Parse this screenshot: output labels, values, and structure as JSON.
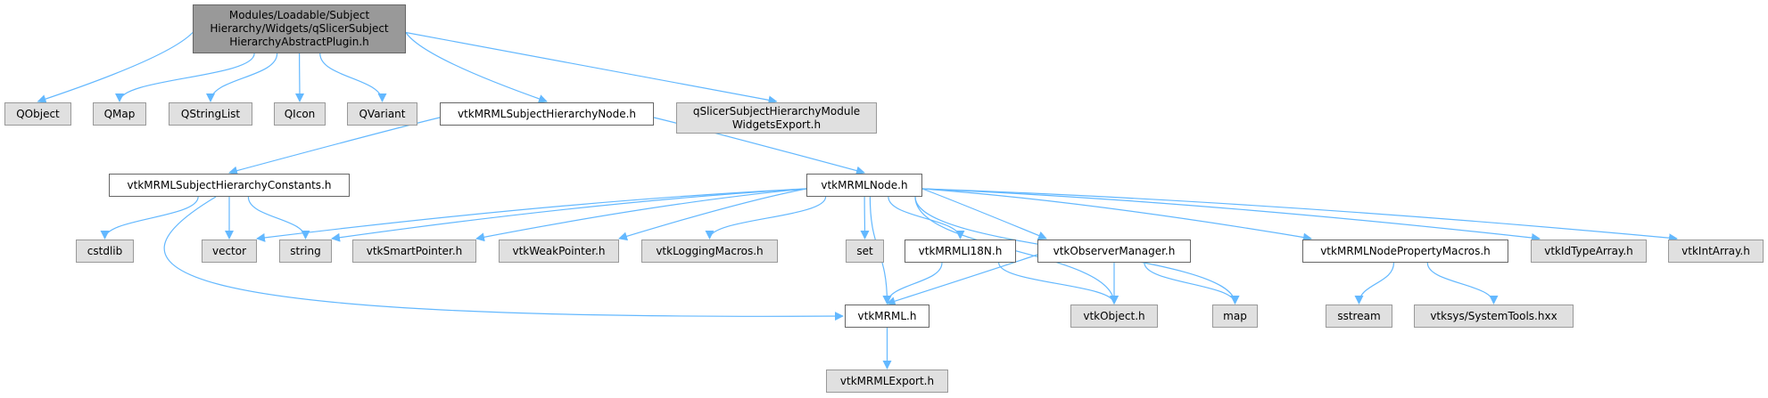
{
  "graph": {
    "type": "include-dependency-graph",
    "edge_color": "#63B8FF",
    "nodes": [
      {
        "id": "root",
        "label": "Modules/Loadable/Subject\nHierarchy/Widgets/qSlicerSubject\nHierarchyAbstractPlugin.h",
        "kind": "root"
      },
      {
        "id": "qobject",
        "label": "QObject",
        "kind": "external"
      },
      {
        "id": "qmap",
        "label": "QMap",
        "kind": "external"
      },
      {
        "id": "qstringlist",
        "label": "QStringList",
        "kind": "external"
      },
      {
        "id": "qicon",
        "label": "QIcon",
        "kind": "external"
      },
      {
        "id": "qvariant",
        "label": "QVariant",
        "kind": "external"
      },
      {
        "id": "shnode",
        "label": "vtkMRMLSubjectHierarchyNode.h",
        "kind": "internal"
      },
      {
        "id": "qsexport",
        "label": "qSlicerSubjectHierarchyModule\nWidgetsExport.h",
        "kind": "external"
      },
      {
        "id": "shconst",
        "label": "vtkMRMLSubjectHierarchyConstants.h",
        "kind": "internal"
      },
      {
        "id": "mrmlnode",
        "label": "vtkMRMLNode.h",
        "kind": "internal"
      },
      {
        "id": "cstdlib",
        "label": "cstdlib",
        "kind": "external"
      },
      {
        "id": "vector",
        "label": "vector",
        "kind": "external"
      },
      {
        "id": "string",
        "label": "string",
        "kind": "external"
      },
      {
        "id": "smartptr",
        "label": "vtkSmartPointer.h",
        "kind": "external"
      },
      {
        "id": "weakptr",
        "label": "vtkWeakPointer.h",
        "kind": "external"
      },
      {
        "id": "logging",
        "label": "vtkLoggingMacros.h",
        "kind": "external"
      },
      {
        "id": "set",
        "label": "set",
        "kind": "external"
      },
      {
        "id": "i18n",
        "label": "vtkMRMLI18N.h",
        "kind": "internal"
      },
      {
        "id": "observer",
        "label": "vtkObserverManager.h",
        "kind": "internal"
      },
      {
        "id": "propmacros",
        "label": "vtkMRMLNodePropertyMacros.h",
        "kind": "internal"
      },
      {
        "id": "idtype",
        "label": "vtkIdTypeArray.h",
        "kind": "external"
      },
      {
        "id": "intarray",
        "label": "vtkIntArray.h",
        "kind": "external"
      },
      {
        "id": "mrml",
        "label": "vtkMRML.h",
        "kind": "internal"
      },
      {
        "id": "vtkobject",
        "label": "vtkObject.h",
        "kind": "external"
      },
      {
        "id": "map",
        "label": "map",
        "kind": "external"
      },
      {
        "id": "sstream",
        "label": "sstream",
        "kind": "external"
      },
      {
        "id": "systools",
        "label": "vtksys/SystemTools.hxx",
        "kind": "external"
      },
      {
        "id": "mrmlexport",
        "label": "vtkMRMLExport.h",
        "kind": "external"
      }
    ],
    "edges": [
      [
        "root",
        "qobject"
      ],
      [
        "root",
        "qmap"
      ],
      [
        "root",
        "qstringlist"
      ],
      [
        "root",
        "qicon"
      ],
      [
        "root",
        "qvariant"
      ],
      [
        "root",
        "shnode"
      ],
      [
        "root",
        "qsexport"
      ],
      [
        "shnode",
        "shconst"
      ],
      [
        "shnode",
        "mrmlnode"
      ],
      [
        "shconst",
        "cstdlib"
      ],
      [
        "shconst",
        "vector"
      ],
      [
        "shconst",
        "string"
      ],
      [
        "shconst",
        "mrml"
      ],
      [
        "mrmlnode",
        "vector"
      ],
      [
        "mrmlnode",
        "string"
      ],
      [
        "mrmlnode",
        "smartptr"
      ],
      [
        "mrmlnode",
        "weakptr"
      ],
      [
        "mrmlnode",
        "logging"
      ],
      [
        "mrmlnode",
        "set"
      ],
      [
        "mrmlnode",
        "mrml"
      ],
      [
        "mrmlnode",
        "i18n"
      ],
      [
        "mrmlnode",
        "observer"
      ],
      [
        "mrmlnode",
        "vtkobject"
      ],
      [
        "mrmlnode",
        "map"
      ],
      [
        "mrmlnode",
        "propmacros"
      ],
      [
        "mrmlnode",
        "idtype"
      ],
      [
        "mrmlnode",
        "intarray"
      ],
      [
        "i18n",
        "mrml"
      ],
      [
        "i18n",
        "vtkobject"
      ],
      [
        "observer",
        "mrml"
      ],
      [
        "observer",
        "vtkobject"
      ],
      [
        "observer",
        "map"
      ],
      [
        "propmacros",
        "sstream"
      ],
      [
        "propmacros",
        "systools"
      ],
      [
        "mrml",
        "mrmlexport"
      ]
    ]
  }
}
